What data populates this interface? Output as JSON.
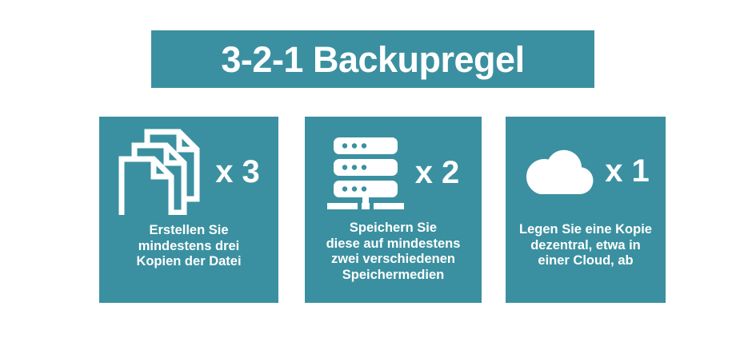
{
  "theme": {
    "accent": "#3a90a0",
    "text_on_accent": "#ffffff",
    "page_background": "#ffffff"
  },
  "header": {
    "title": "3-2-1 Backupregel"
  },
  "cards": [
    {
      "icon": "documents-stack-icon",
      "multiplier": "x 3",
      "caption_lines": [
        "Erstellen Sie",
        "mindestens drei",
        "Kopien der Datei"
      ]
    },
    {
      "icon": "server-stack-icon",
      "multiplier": "x 2",
      "caption_lines": [
        "Speichern Sie",
        "diese auf mindestens",
        "zwei verschiedenen",
        "Speichermedien"
      ]
    },
    {
      "icon": "cloud-icon",
      "multiplier": "x 1",
      "caption_lines": [
        "Legen Sie eine Kopie",
        "dezentral, etwa in",
        "einer Cloud, ab"
      ]
    }
  ]
}
